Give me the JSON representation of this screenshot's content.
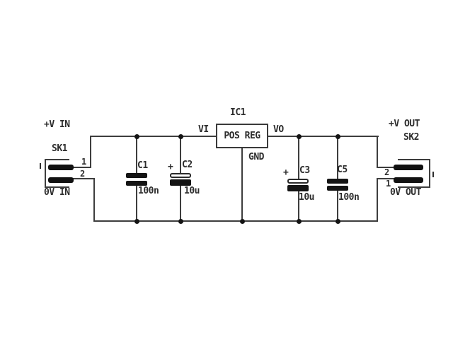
{
  "ic1": {
    "ref": "IC1",
    "label": "POS REG",
    "pin_in": "VI",
    "pin_out": "VO",
    "pin_gnd": "GND"
  },
  "connectors": {
    "sk1": {
      "ref": "SK1",
      "top_label": "+V IN",
      "bottom_label": "0V IN",
      "pin_numbers": [
        "1",
        "2"
      ]
    },
    "sk2": {
      "ref": "SK2",
      "top_label": "+V OUT",
      "bottom_label": "0V OUT",
      "pin_numbers": [
        "2",
        "1"
      ]
    }
  },
  "capacitors": [
    {
      "ref": "C1",
      "value": "100n",
      "polarized": false,
      "plus": ""
    },
    {
      "ref": "C2",
      "value": "10u",
      "polarized": true,
      "plus": "+"
    },
    {
      "ref": "C3",
      "value": "10u",
      "polarized": true,
      "plus": "+"
    },
    {
      "ref": "C5",
      "value": "100n",
      "polarized": false,
      "plus": ""
    }
  ],
  "colors": {
    "background": "#ffffff",
    "line": "#3d3d3d",
    "text": "#2d2d2d",
    "fill": "#141414"
  }
}
